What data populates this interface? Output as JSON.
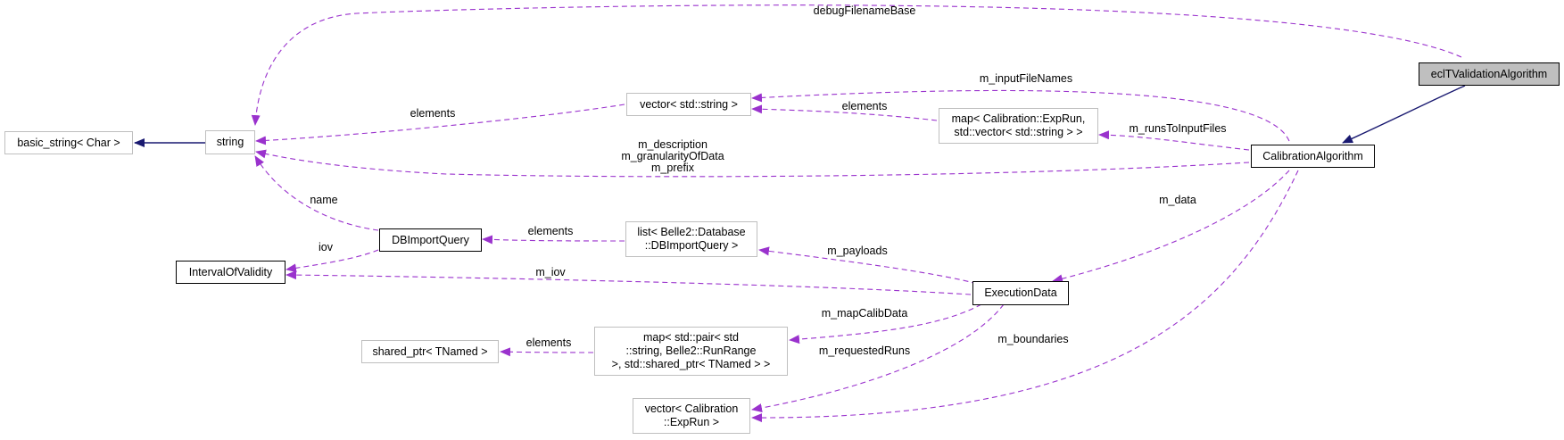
{
  "colors": {
    "dependency": "#9a32cd",
    "inheritance": "#191970",
    "active_fill": "#bfbfbf"
  },
  "nodes": {
    "ecl": "eclTValidationAlgorithm",
    "calib": "CalibrationAlgorithm",
    "string": "string",
    "basic_string": "basic_string< Char >",
    "vec_string": "vector< std::string >",
    "map_exprun": [
      "map< Calibration::ExpRun,",
      "std::vector< std::string > >"
    ],
    "dbimport": "DBImportQuery",
    "list_db": [
      "list< Belle2::Database",
      "::DBImportQuery >"
    ],
    "iov": "IntervalOfValidity",
    "execdata": "ExecutionData",
    "shared_ptr": "shared_ptr< TNamed >",
    "map_pair": [
      "map< std::pair< std",
      "::string, Belle2::RunRange",
      " >, std::shared_ptr< TNamed > >"
    ],
    "vec_exprun": [
      "vector< Calibration",
      "::ExpRun >"
    ]
  },
  "edge_labels": {
    "debug": "debugFilenameBase",
    "input_files": "m_inputFileNames",
    "elements_vec": "elements",
    "elements_string": "elements",
    "runs_to_input": "m_runsToInputFiles",
    "desc": [
      "m_description",
      "m_granularityOfData",
      "m_prefix"
    ],
    "name": "name",
    "data": "m_data",
    "elements_list": "elements",
    "iov_db": "iov",
    "payloads": "m_payloads",
    "m_iov": "m_iov",
    "map_calib": "m_mapCalibData",
    "elements_shared": "elements",
    "requested_runs": "m_requestedRuns",
    "boundaries": "m_boundaries"
  }
}
